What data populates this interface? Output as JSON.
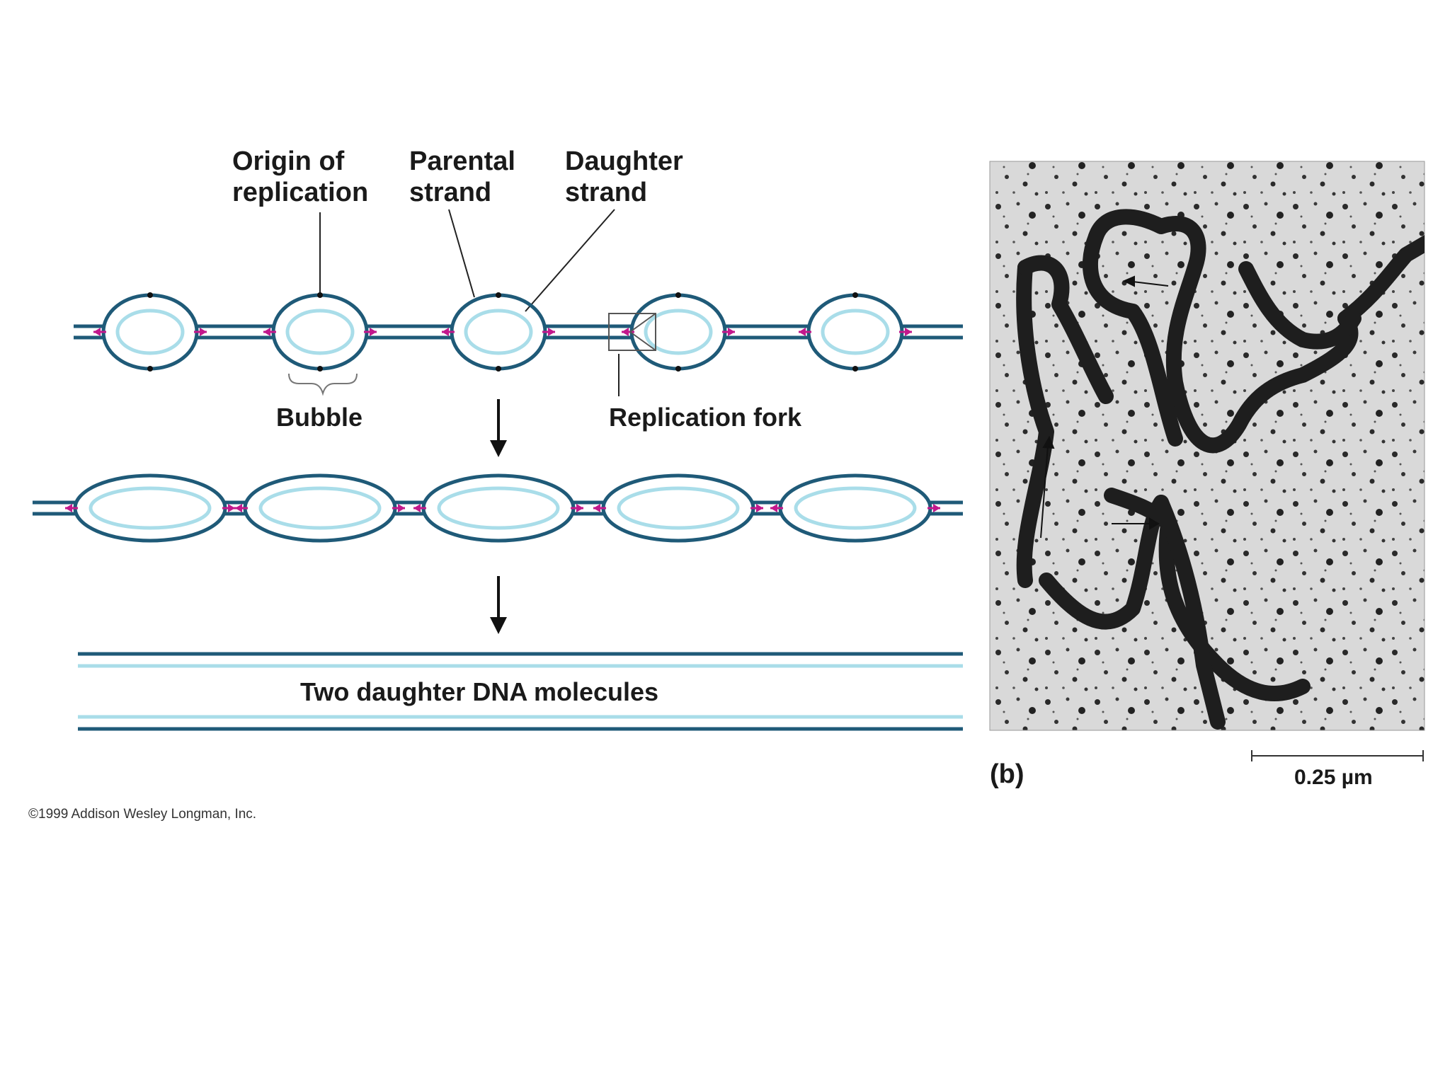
{
  "diagram": {
    "labels": {
      "origin_line1": "Origin of",
      "origin_line2": "replication",
      "parental_line1": "Parental",
      "parental_line2": "strand",
      "daughter_line1": "Daughter",
      "daughter_line2": "strand",
      "bubble": "Bubble",
      "replication_fork": "Replication fork",
      "two_daughter": "Two daughter DNA molecules"
    },
    "copyright": "©1999 Addison Wesley Longman, Inc."
  },
  "micrograph": {
    "panel_label": "(b)",
    "scale_label": "0.25 µm"
  },
  "colors": {
    "parental_strand": "#1f5a78",
    "daughter_strand": "#a9dde9",
    "direction_arrow": "#c2188c",
    "leader": "#222222"
  }
}
